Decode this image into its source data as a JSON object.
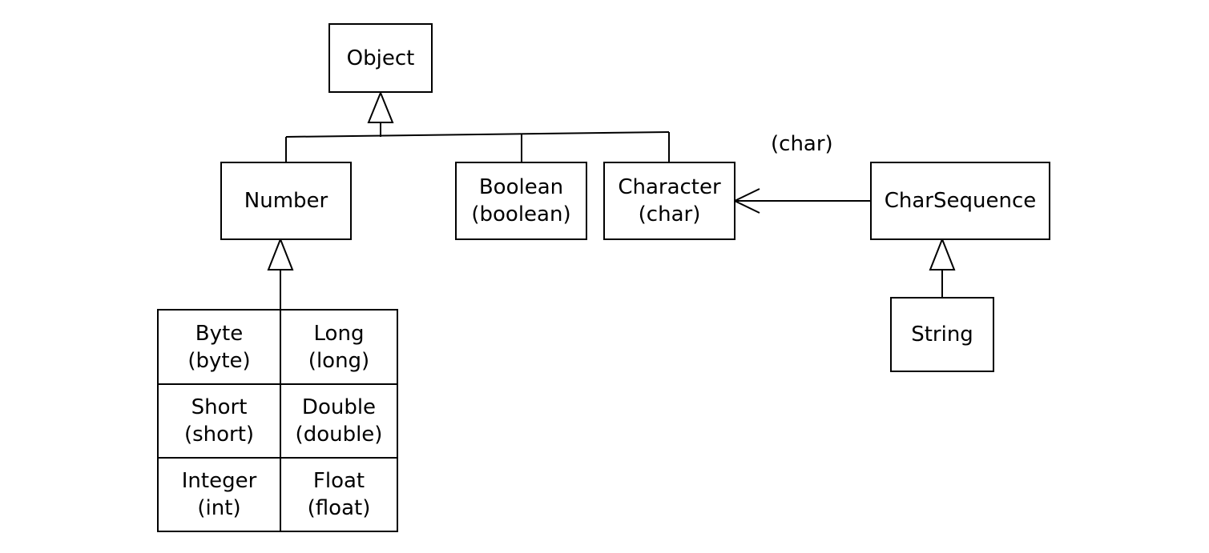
{
  "classes": {
    "object": {
      "name": "Object"
    },
    "number": {
      "name": "Number"
    },
    "boolean": {
      "name": "Boolean",
      "primitive": "(boolean)"
    },
    "character": {
      "name": "Character",
      "primitive": "(char)"
    },
    "charsequence": {
      "name": "CharSequence"
    },
    "string": {
      "name": "String"
    },
    "byte": {
      "name": "Byte",
      "primitive": "(byte)"
    },
    "long": {
      "name": "Long",
      "primitive": "(long)"
    },
    "short": {
      "name": "Short",
      "primitive": "(short)"
    },
    "double": {
      "name": "Double",
      "primitive": "(double)"
    },
    "integer": {
      "name": "Integer",
      "primitive": "(int)"
    },
    "float": {
      "name": "Float",
      "primitive": "(float)"
    }
  },
  "association_label": "(char)"
}
